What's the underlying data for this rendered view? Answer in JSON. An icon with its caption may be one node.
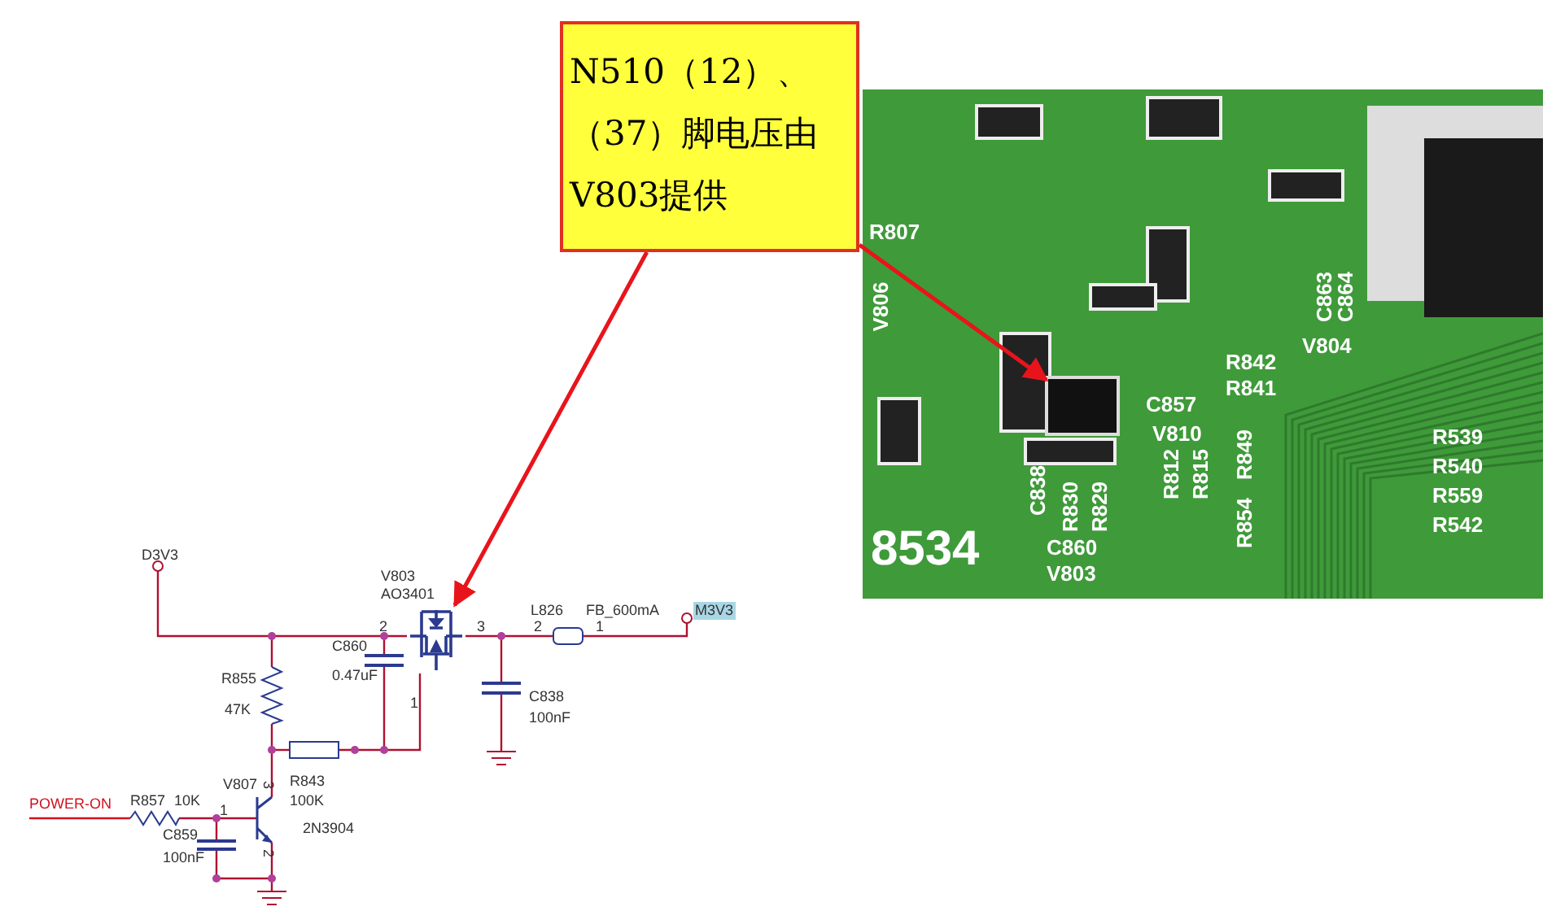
{
  "diagram": {
    "nodes": [
      {
        "text": [
          "N510（12）、（37）脚电压由V803提供"
        ]
      },
      {
        "text": [],
        "shape": "picture"
      },
      {
        "text": [],
        "shape": "picture"
      },
      {
        "text": [],
        "shape": "box",
        "in": 2
      }
    ],
    "edges": [
      {
        "from": 0,
        "to": 1,
        "arrow": "to"
      },
      {
        "from": 0,
        "to": 3,
        "arrow": "to"
      }
    ],
    "labels": [
      "D3V3",
      "V803",
      "AO3401",
      "2",
      "3",
      "C860",
      "0.47uF",
      "1",
      "R855",
      "47K",
      "R843",
      "100K",
      "L826",
      "FB_600mA",
      "2",
      "1",
      "M3V3",
      "C838",
      "100nF",
      "POWER-ON",
      "R857",
      "10K",
      "1",
      "V807",
      "3",
      "2",
      "2N3904",
      "C859",
      "100nF",
      "R807",
      "V806",
      "C863",
      "C864",
      "V804",
      "R842",
      "R841",
      "C857",
      "V810",
      "R812",
      "R815",
      "R854",
      "R849",
      "R539",
      "R540",
      "C838",
      "R830",
      "R829",
      "R559",
      "R542",
      "C860",
      "V803",
      "8534"
    ]
  }
}
